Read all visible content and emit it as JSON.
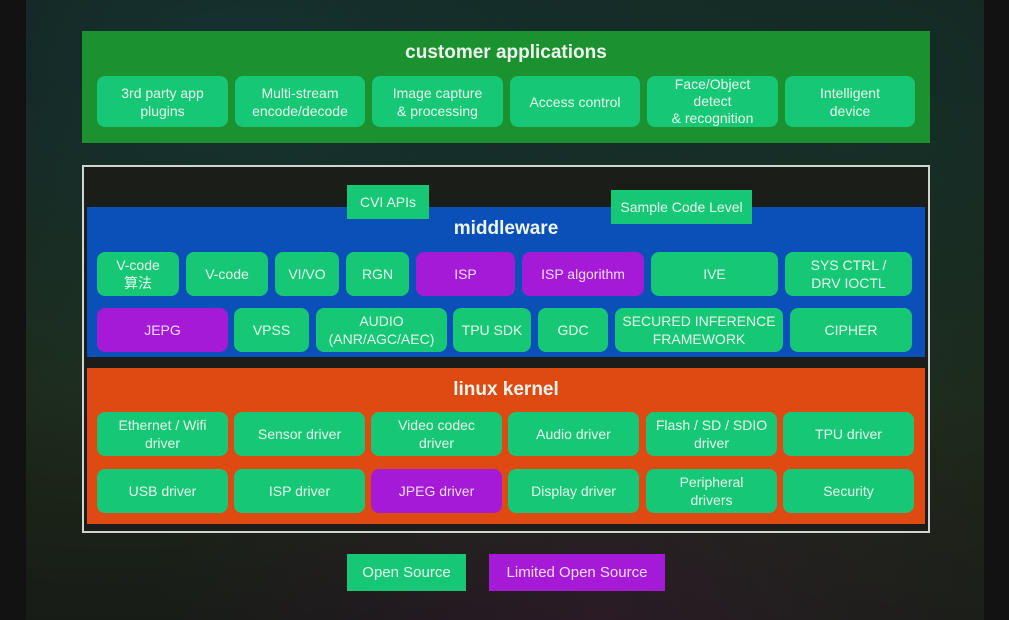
{
  "colors": {
    "open_source": "#16c876",
    "limited_open_source": "#a51ad6",
    "applications_bg": "#1c9130",
    "middleware_bg": "#0a50b8",
    "kernel_bg": "#de4a11"
  },
  "applications": {
    "title": "customer applications",
    "items": [
      {
        "label": "3rd party app\nplugins",
        "type": "open"
      },
      {
        "label": "Multi-stream\nencode/decode",
        "type": "open"
      },
      {
        "label": "Image capture\n& processing",
        "type": "open"
      },
      {
        "label": "Access control",
        "type": "open"
      },
      {
        "label": "Face/Object\ndetect\n& recognition",
        "type": "open"
      },
      {
        "label": "Intelligent\ndevice",
        "type": "open"
      }
    ]
  },
  "tags": {
    "cvi_apis": "CVI APIs",
    "sample_code": "Sample Code Level"
  },
  "middleware": {
    "title": "middleware",
    "row1": [
      {
        "label": "V-code\n算法",
        "type": "open"
      },
      {
        "label": "V-code",
        "type": "open"
      },
      {
        "label": "VI/VO",
        "type": "open"
      },
      {
        "label": "RGN",
        "type": "open"
      },
      {
        "label": "ISP",
        "type": "limited"
      },
      {
        "label": "ISP algorithm",
        "type": "limited"
      },
      {
        "label": "IVE",
        "type": "open"
      },
      {
        "label": "SYS CTRL /\nDRV IOCTL",
        "type": "open"
      }
    ],
    "row2": [
      {
        "label": "JEPG",
        "type": "limited"
      },
      {
        "label": "VPSS",
        "type": "open"
      },
      {
        "label": "AUDIO\n(ANR/AGC/AEC)",
        "type": "open"
      },
      {
        "label": "TPU SDK",
        "type": "open"
      },
      {
        "label": "GDC",
        "type": "open"
      },
      {
        "label": "SECURED INFERENCE\nFRAMEWORK",
        "type": "open"
      },
      {
        "label": "CIPHER",
        "type": "open"
      }
    ]
  },
  "kernel": {
    "title": "linux kernel",
    "row1": [
      {
        "label": "Ethernet / Wifi\ndriver",
        "type": "open"
      },
      {
        "label": "Sensor driver",
        "type": "open"
      },
      {
        "label": "Video codec\ndriver",
        "type": "open"
      },
      {
        "label": "Audio driver",
        "type": "open"
      },
      {
        "label": "Flash / SD / SDIO\ndriver",
        "type": "open"
      },
      {
        "label": "TPU driver",
        "type": "open"
      }
    ],
    "row2": [
      {
        "label": "USB driver",
        "type": "open"
      },
      {
        "label": "ISP driver",
        "type": "open"
      },
      {
        "label": "JPEG driver",
        "type": "limited"
      },
      {
        "label": "Display driver",
        "type": "open"
      },
      {
        "label": "Peripheral\ndrivers",
        "type": "open"
      },
      {
        "label": "Security",
        "type": "open"
      }
    ]
  },
  "legend": {
    "open": "Open Source",
    "limited": "Limited Open Source"
  }
}
